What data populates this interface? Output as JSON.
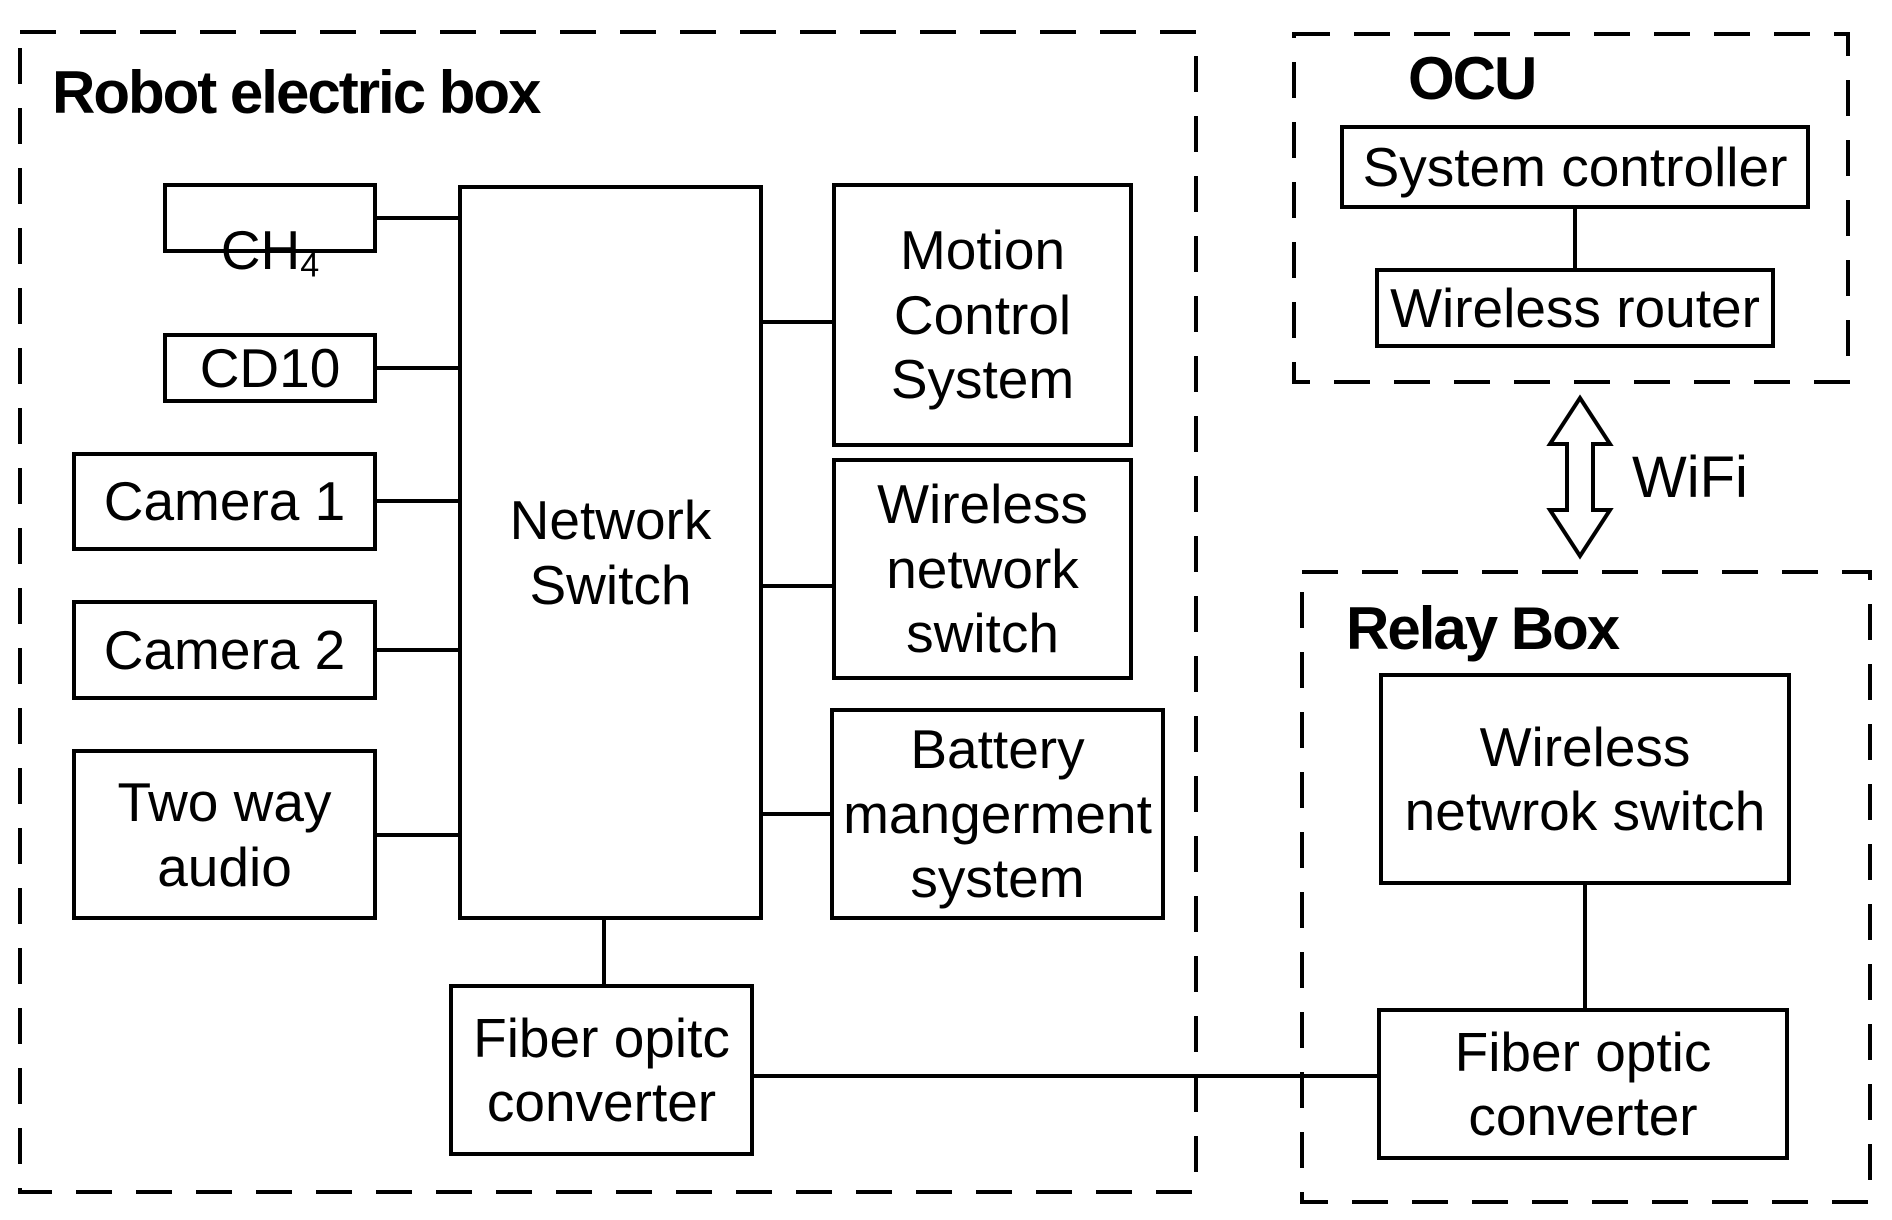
{
  "robot_box": {
    "title": "Robot electric box",
    "nodes": {
      "ch4": {
        "base": "CH",
        "sub": "4"
      },
      "cd10": {
        "label": "CD10"
      },
      "camera1": {
        "label": "Camera 1"
      },
      "camera2": {
        "label": "Camera 2"
      },
      "two_way_audio": {
        "label": "Two way\naudio"
      },
      "network_switch": {
        "label": "Network\nSwitch"
      },
      "motion_control_system": {
        "label": "Motion\nControl\nSystem"
      },
      "wireless_network_switch": {
        "label": "Wireless\nnetwork\nswitch"
      },
      "battery_management_system": {
        "label": "Battery\nmangerment\nsystem"
      },
      "fiber_optic_converter": {
        "label": "Fiber opitc\nconverter"
      }
    }
  },
  "ocu": {
    "title": "OCU",
    "nodes": {
      "system_controller": {
        "label": "System controller"
      },
      "wireless_router": {
        "label": "Wireless router"
      }
    }
  },
  "relay_box": {
    "title": "Relay Box",
    "nodes": {
      "wireless_network_switch": {
        "label": "Wireless\nnetwrok switch"
      },
      "fiber_optic_converter": {
        "label": "Fiber optic\nconverter"
      }
    }
  },
  "links": {
    "wifi_label": "WiFi"
  },
  "colors": {
    "line": "#000000",
    "background": "#ffffff"
  }
}
